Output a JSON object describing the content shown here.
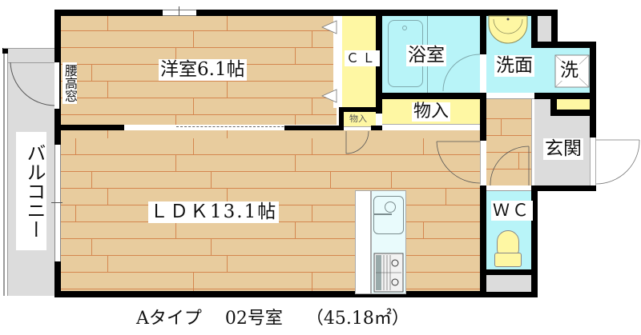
{
  "floorplan": {
    "caption": {
      "type_label": "Aタイプ",
      "room_number": "02号室",
      "area": "（45.18㎡）"
    },
    "rooms": {
      "western_room": "洋室6.1帖",
      "ldk": "ＬＤＫ13.1帖",
      "closet": "ＣＬ",
      "bathroom": "浴室",
      "washroom": "洗面",
      "washer": "洗",
      "storage_large": "物入",
      "storage_small": "物入",
      "entrance": "玄関",
      "toilet": "ＷＣ",
      "balcony": "バルコニー",
      "waist_window": "腰高窓"
    },
    "colors": {
      "wall": "#000000",
      "wood_floor": "#e8cc9e",
      "plank_line": "#d4864f",
      "wet_area": "#b8f4f8",
      "storage": "#fef7a3",
      "balcony": "#dcdcdc"
    }
  }
}
